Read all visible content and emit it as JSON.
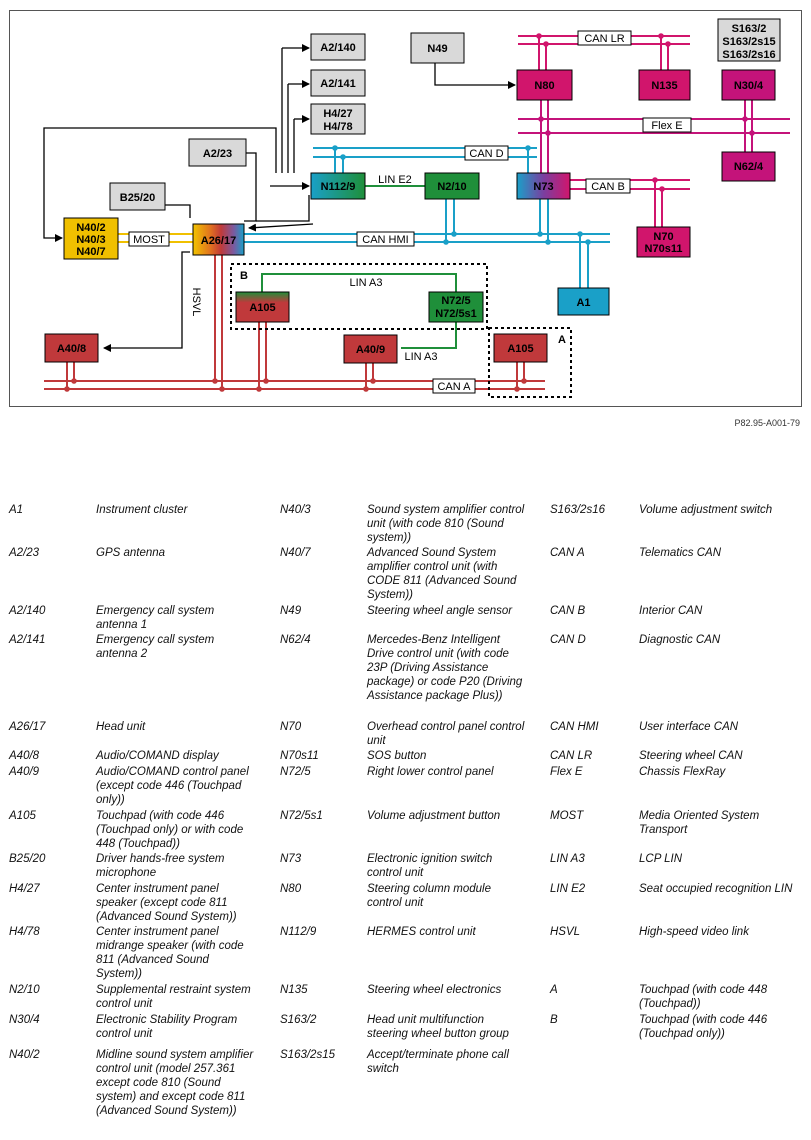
{
  "figure_ref": "P82.95-A001-79",
  "colors": {
    "red": "#c0393b",
    "teal": "#1aa0c8",
    "green": "#1f8f3a",
    "pink": "#d1156c",
    "magenta": "#c4137a",
    "gray": "#d9d9d9",
    "yellow": "#f0c000"
  },
  "nodes": {
    "A2_140": "A2/140",
    "A2_141": "A2/141",
    "H4_27": "H4/27",
    "H4_78": "H4/78",
    "N49": "N49",
    "S163_2": "S163/2",
    "S163_2s15": "S163/2s15",
    "S163_2s16": "S163/2s16",
    "N80": "N80",
    "N135": "N135",
    "N30_4": "N30/4",
    "A2_23": "A2/23",
    "N62_4": "N62/4",
    "N112_9": "N112/9",
    "N2_10": "N2/10",
    "N73": "N73",
    "B25_20": "B25/20",
    "N40_2": "N40/2",
    "N40_3": "N40/3",
    "N40_7": "N40/7",
    "A26_17": "A26/17",
    "N70": "N70",
    "N70s11": "N70s11",
    "A105_B": "A105",
    "N72_5": "N72/5",
    "N72_5s1": "N72/5s1",
    "A1": "A1",
    "A40_8": "A40/8",
    "A40_9": "A40/9",
    "A105_A": "A105"
  },
  "bus_labels": {
    "can_lr": "CAN LR",
    "flex_e": "Flex E",
    "can_d": "CAN D",
    "lin_e2": "LIN E2",
    "can_b": "CAN B",
    "most": "MOST",
    "can_hmi": "CAN HMI",
    "lin_a3_top": "LIN A3",
    "lin_a3_bottom": "LIN A3",
    "hsvl": "HSVL",
    "can_a": "CAN A",
    "box_a": "A",
    "box_b": "B"
  },
  "legend": [
    [
      {
        "code": "A1",
        "desc": "Instrument cluster"
      },
      {
        "code": "A2/23",
        "desc": "GPS antenna"
      },
      {
        "code": "A2/140",
        "desc": "Emergency call system antenna 1"
      },
      {
        "code": "A2/141",
        "desc": "Emergency call system antenna 2"
      },
      {
        "code": "A26/17",
        "desc": "Head unit"
      },
      {
        "code": "A40/8",
        "desc": "Audio/COMAND display"
      },
      {
        "code": "A40/9",
        "desc": "Audio/COMAND control panel (except code 446 (Touchpad only))"
      },
      {
        "code": "A105",
        "desc": "Touchpad (with code 446 (Touchpad only) or with code 448 (Touchpad))"
      },
      {
        "code": "B25/20",
        "desc": "Driver hands-free system microphone"
      },
      {
        "code": "H4/27",
        "desc": "Center instrument panel speaker (except code 811 (Advanced Sound System))"
      },
      {
        "code": "H4/78",
        "desc": "Center instrument panel midrange speaker (with code 811 (Advanced Sound System))"
      },
      {
        "code": "N2/10",
        "desc": "Supplemental restraint system control unit"
      },
      {
        "code": "N30/4",
        "desc": "Electronic Stability Program control unit"
      },
      {
        "code": "N40/2",
        "desc": "Midline sound system amplifier control unit (model 257.361 except code 810 (Sound system) and except code 811 (Advanced Sound System))"
      }
    ],
    [
      {
        "code": "N40/3",
        "desc": "Sound system amplifier control unit (with code 810 (Sound system))"
      },
      {
        "code": "N40/7",
        "desc": "Advanced Sound System amplifier control unit (with CODE 811 (Advanced Sound System))"
      },
      {
        "code": "N49",
        "desc": "Steering wheel angle sensor"
      },
      {
        "code": "N62/4",
        "desc": "Mercedes-Benz Intelligent Drive control unit (with code 23P (Driving Assistance package) or code P20 (Driving Assistance package Plus))"
      },
      {
        "code": "N70",
        "desc": "Overhead control panel control unit"
      },
      {
        "code": "N70s11",
        "desc": "SOS button"
      },
      {
        "code": "N72/5",
        "desc": "Right lower control panel"
      },
      {
        "code": "N72/5s1",
        "desc": "Volume adjustment button"
      },
      {
        "code": "N73",
        "desc": "Electronic ignition switch control unit"
      },
      {
        "code": "N80",
        "desc": "Steering column module control unit"
      },
      {
        "code": "N112/9",
        "desc": "HERMES control unit"
      },
      {
        "code": "N135",
        "desc": "Steering wheel electronics"
      },
      {
        "code": "S163/2",
        "desc": "Head unit multifunction steering wheel button group"
      },
      {
        "code": "S163/2s15",
        "desc": "Accept/terminate phone call switch"
      }
    ],
    [
      {
        "code": "S163/2s16",
        "desc": "Volume adjustment switch"
      },
      {
        "code": "CAN A",
        "desc": "Telematics CAN"
      },
      {
        "code": "CAN B",
        "desc": "Interior CAN"
      },
      {
        "code": "CAN D",
        "desc": "Diagnostic CAN"
      },
      {
        "code": "CAN HMI",
        "desc": "User interface CAN"
      },
      {
        "code": "CAN LR",
        "desc": "Steering wheel CAN"
      },
      {
        "code": "Flex E",
        "desc": "Chassis FlexRay"
      },
      {
        "code": "MOST",
        "desc": "Media Oriented System Transport"
      },
      {
        "code": "LIN A3",
        "desc": "LCP LIN"
      },
      {
        "code": "LIN E2",
        "desc": "Seat occupied recognition LIN"
      },
      {
        "code": "HSVL",
        "desc": "High-speed video link"
      },
      {
        "code": "A",
        "desc": "Touchpad (with code 448 (Touchpad))"
      },
      {
        "code": "B",
        "desc": "Touchpad (with code 446 (Touchpad only))"
      }
    ]
  ]
}
